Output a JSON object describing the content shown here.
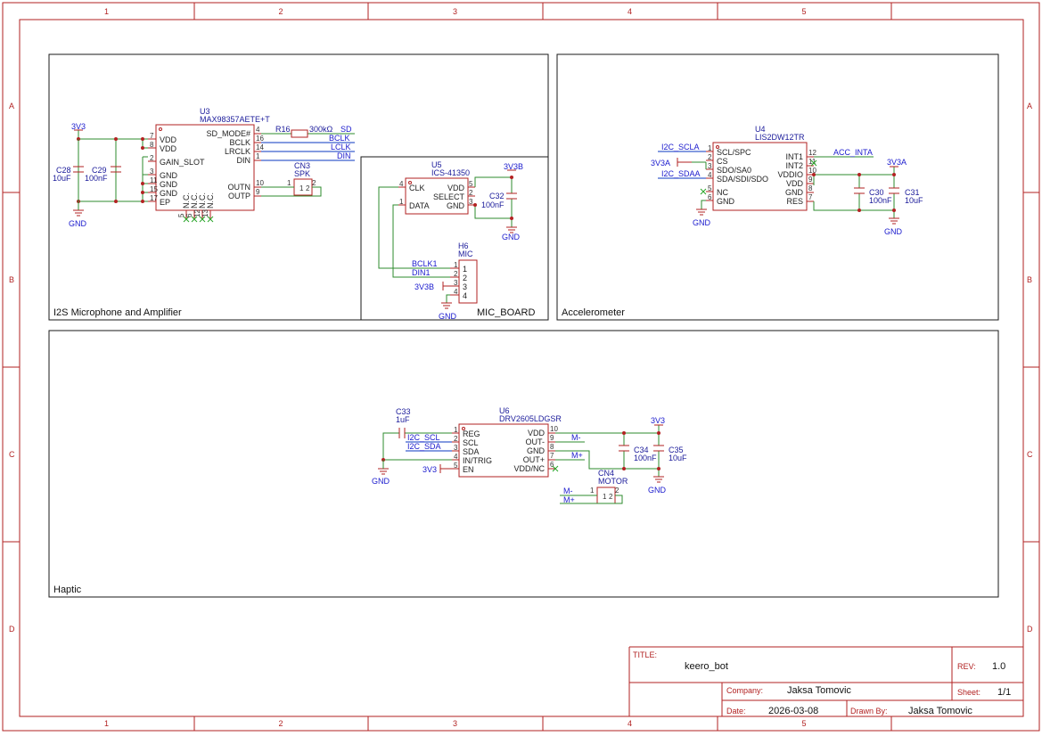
{
  "frame": {
    "columns": [
      "1",
      "2",
      "3",
      "4",
      "5"
    ],
    "rows": [
      "A",
      "B",
      "C",
      "D"
    ]
  },
  "blocks": {
    "mic_amp": "I2S Microphone and Amplifier",
    "mic_board": "MIC_BOARD",
    "accel": "Accelerometer",
    "haptic": "Haptic"
  },
  "u3": {
    "ref": "U3",
    "value": "MAX98357AETE+T",
    "left_pins": [
      {
        "num": "7",
        "name": "VDD"
      },
      {
        "num": "8",
        "name": "VDD"
      },
      {
        "num": "2",
        "name": "GAIN_SLOT"
      },
      {
        "num": "3",
        "name": "GND"
      },
      {
        "num": "11",
        "name": "GND"
      },
      {
        "num": "15",
        "name": "GND"
      },
      {
        "num": "17",
        "name": "EP"
      }
    ],
    "right_pins": [
      {
        "num": "4",
        "name": "SD_MODE#"
      },
      {
        "num": "16",
        "name": "BCLK"
      },
      {
        "num": "14",
        "name": "LRCLK"
      },
      {
        "num": "1",
        "name": "DIN"
      },
      {
        "num": "10",
        "name": "OUTN"
      },
      {
        "num": "9",
        "name": "OUTP"
      }
    ],
    "bottom_pins": [
      "N.C.",
      "N.C.",
      "N.C.",
      "N.C."
    ],
    "bottom_nums": [
      "5",
      "6",
      "12",
      "13"
    ]
  },
  "r16": {
    "ref": "R16",
    "value": "300kΩ"
  },
  "cn3": {
    "ref": "CN3",
    "value": "SPK",
    "pins": [
      "1",
      "2"
    ]
  },
  "c28": {
    "ref": "C28",
    "value": "10uF"
  },
  "c29": {
    "ref": "C29",
    "value": "100nF"
  },
  "u5": {
    "ref": "U5",
    "value": "ICS-41350",
    "left_pins": [
      {
        "num": "4",
        "name": "CLK"
      },
      {
        "num": "1",
        "name": "DATA"
      }
    ],
    "right_pins": [
      {
        "num": "5",
        "name": "VDD"
      },
      {
        "num": "2",
        "name": "SELECT"
      },
      {
        "num": "3",
        "name": "GND"
      }
    ]
  },
  "c32": {
    "ref": "C32",
    "value": "100nF"
  },
  "h6": {
    "ref": "H6",
    "value": "MIC",
    "pins": [
      "1",
      "2",
      "3",
      "4"
    ]
  },
  "u4": {
    "ref": "U4",
    "value": "LIS2DW12TR",
    "left_pins": [
      {
        "num": "1",
        "name": "SCL/SPC"
      },
      {
        "num": "2",
        "name": "CS"
      },
      {
        "num": "3",
        "name": "SDO/SA0"
      },
      {
        "num": "4",
        "name": "SDA/SDI/SDO"
      },
      {
        "num": "5",
        "name": "NC"
      },
      {
        "num": "6",
        "name": "GND"
      }
    ],
    "right_pins": [
      {
        "num": "12",
        "name": "INT1"
      },
      {
        "num": "11",
        "name": "INT2"
      },
      {
        "num": "10",
        "name": "VDDIO"
      },
      {
        "num": "9",
        "name": "VDD"
      },
      {
        "num": "8",
        "name": "GND"
      },
      {
        "num": "7",
        "name": "RES"
      }
    ]
  },
  "c30": {
    "ref": "C30",
    "value": "100nF"
  },
  "c31": {
    "ref": "C31",
    "value": "10uF"
  },
  "u6": {
    "ref": "U6",
    "value": "DRV2605LDGSR",
    "left_pins": [
      {
        "num": "1",
        "name": "REG"
      },
      {
        "num": "2",
        "name": "SCL"
      },
      {
        "num": "3",
        "name": "SDA"
      },
      {
        "num": "4",
        "name": "IN/TRIG"
      },
      {
        "num": "5",
        "name": "EN"
      }
    ],
    "right_pins": [
      {
        "num": "10",
        "name": "VDD"
      },
      {
        "num": "9",
        "name": "OUT-"
      },
      {
        "num": "8",
        "name": "GND"
      },
      {
        "num": "7",
        "name": "OUT+"
      },
      {
        "num": "6",
        "name": "VDD/NC"
      }
    ]
  },
  "c33": {
    "ref": "C33",
    "value": "1uF"
  },
  "c34": {
    "ref": "C34",
    "value": "100nF"
  },
  "c35": {
    "ref": "C35",
    "value": "10uF"
  },
  "cn4": {
    "ref": "CN4",
    "value": "MOTOR",
    "pins": [
      "1",
      "2"
    ]
  },
  "nets": {
    "v3v3": "3V3",
    "v3v3b": "3V3B",
    "v3v3a": "3V3A",
    "gnd": "GND",
    "sd": "SD",
    "bclk": "BCLK",
    "lclk": "LCLK",
    "din": "DIN",
    "bclk1": "BCLK1",
    "din1": "DIN1",
    "i2c_scla": "I2C_SCLA",
    "i2c_sdaa": "I2C_SDAA",
    "acc_inta": "ACC_INTA",
    "i2c_scl": "I2C_SCL",
    "i2c_sda": "I2C_SDA",
    "m_minus": "M-",
    "m_plus": "M+"
  },
  "title_block": {
    "title_label": "TITLE:",
    "title": "keero_bot",
    "rev_label": "REV:",
    "rev": "1.0",
    "company_label": "Company:",
    "company": "Jaksa Tomovic",
    "sheet_label": "Sheet:",
    "sheet": "1/1",
    "date_label": "Date:",
    "date": "2026-03-08",
    "drawn_label": "Drawn By:",
    "drawn": "Jaksa Tomovic"
  },
  "colors": {
    "frame": "#b22222",
    "wire": "#2e8b2e",
    "bus": "#3a5fcd",
    "net_label": "#1a1acd"
  }
}
